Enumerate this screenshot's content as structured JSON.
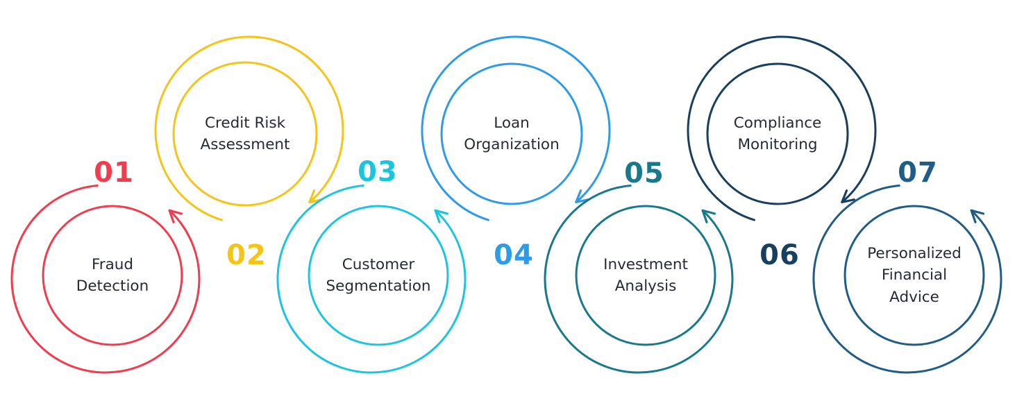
{
  "diagram": {
    "kind": "seven-step circular process diagram",
    "background": "#FFFFFF",
    "text_color": "#252A33"
  },
  "steps": [
    {
      "number": "01",
      "label": "Fraud Detection",
      "color": "#F23B4D"
    },
    {
      "number": "02",
      "label": "Credit Risk Assessment",
      "color": "#F4C418"
    },
    {
      "number": "03",
      "label": "Customer Segmentation",
      "color": "#1BC5E0"
    },
    {
      "number": "04",
      "label": "Loan Organization",
      "color": "#2E9BE8"
    },
    {
      "number": "05",
      "label": "Investment Analysis",
      "color": "#18798C"
    },
    {
      "number": "06",
      "label": "Compliance Monitoring",
      "color": "#183F5E"
    },
    {
      "number": "07",
      "label": "Personalized Financial Advice",
      "color": "#1F5C86"
    }
  ]
}
